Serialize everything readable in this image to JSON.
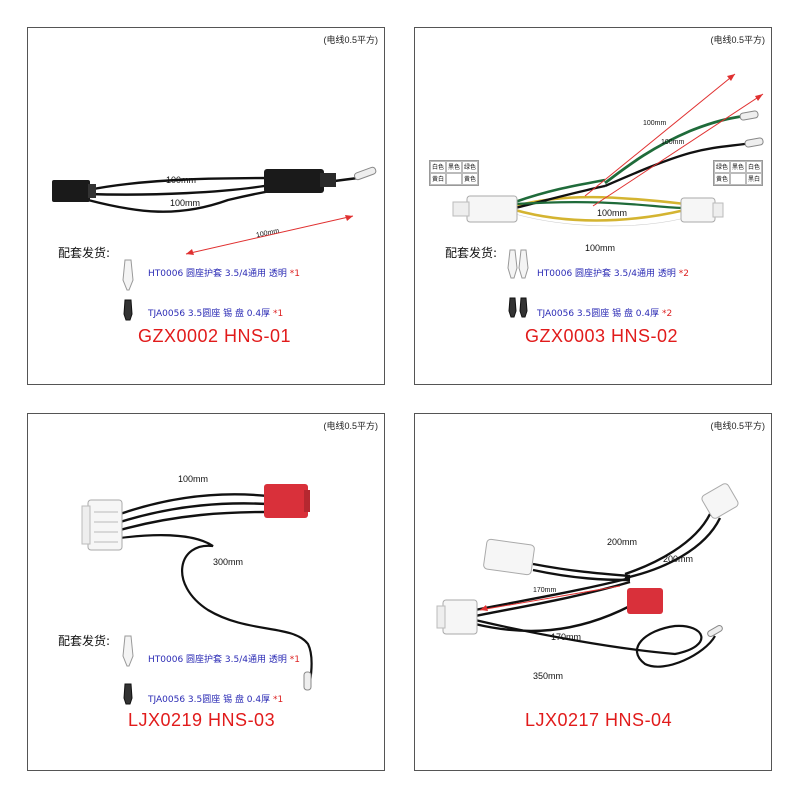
{
  "spec_note": "(电线0.5平方)",
  "kit_title": "配套发货:",
  "accessories": {
    "ht0006": "HT0006 圆座护套 3.5/4通用 透明",
    "tja0056": "TJA0056 3.5圆座 锡 盘 0.4厚"
  },
  "panels": [
    {
      "code": "GZX0002 HNS-01",
      "lengths": [
        "100mm",
        "100mm",
        "100mm"
      ],
      "qty_ht": "*1",
      "qty_tja": "*1"
    },
    {
      "code": "GZX0003 HNS-02",
      "lengths": [
        "100mm",
        "100mm",
        "100mm",
        "100mm"
      ],
      "qty_ht": "*2",
      "qty_tja": "*2",
      "pin_left": [
        "白色",
        "黑色",
        "绿色",
        "黄白",
        "",
        "黄色"
      ],
      "pin_right": [
        "绿色",
        "黑色",
        "白色",
        "黄色",
        "",
        "黑白"
      ]
    },
    {
      "code": "LJX0219 HNS-03",
      "lengths": [
        "100mm",
        "300mm"
      ],
      "qty_ht": "*1",
      "qty_tja": "*1"
    },
    {
      "code": "LJX0217 HNS-04",
      "lengths": [
        "200mm",
        "200mm",
        "170mm",
        "170mm",
        "350mm"
      ]
    }
  ],
  "colors": {
    "code_red": "#e11b1b",
    "accessory_blue": "#2b2bb5",
    "arrow_red": "#e03030",
    "wire_black": "#111111",
    "wire_green": "#1f6b3a",
    "wire_yellow": "#d4b431",
    "connector_red": "#d9303a"
  }
}
